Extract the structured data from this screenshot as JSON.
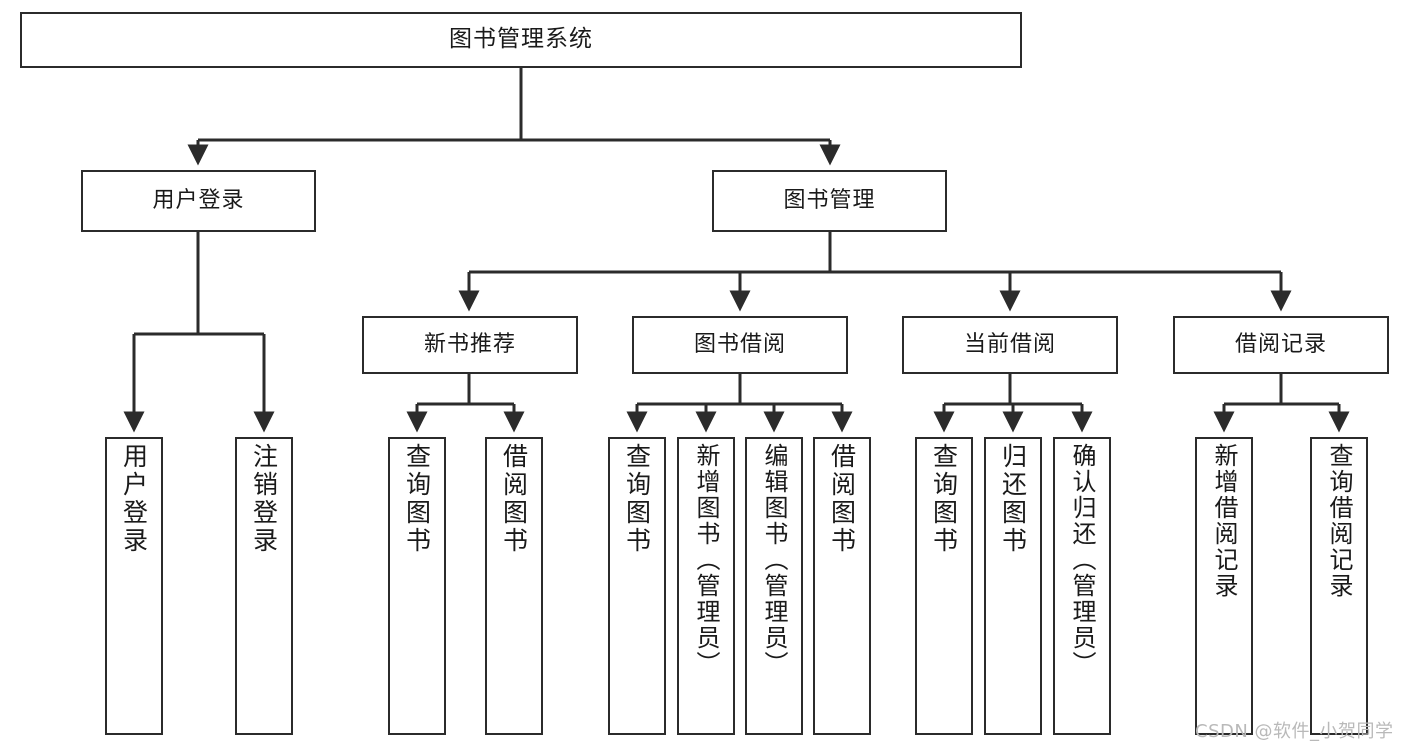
{
  "diagram": {
    "title_node": {
      "label": "图书管理系统"
    },
    "level2": [
      {
        "id": "user-login",
        "label": "用户登录"
      },
      {
        "id": "book-management",
        "label": "图书管理"
      }
    ],
    "level3": [
      {
        "id": "new-book-recommend",
        "label": "新书推荐"
      },
      {
        "id": "book-borrow",
        "label": "图书借阅"
      },
      {
        "id": "current-borrow",
        "label": "当前借阅"
      },
      {
        "id": "borrow-record",
        "label": "借阅记录"
      }
    ],
    "leaves": [
      {
        "id": "leaf-user-login",
        "label": "用户登录",
        "parent": "user-login"
      },
      {
        "id": "leaf-logout-login",
        "label": "注销登录",
        "parent": "user-login"
      },
      {
        "id": "leaf-query-book-1",
        "label": "查询图书",
        "parent": "new-book-recommend"
      },
      {
        "id": "leaf-borrow-book-1",
        "label": "借阅图书",
        "parent": "new-book-recommend"
      },
      {
        "id": "leaf-query-book-2",
        "label": "查询图书",
        "parent": "book-borrow"
      },
      {
        "id": "leaf-add-book",
        "label": "新增图书（管理员）",
        "parent": "book-borrow"
      },
      {
        "id": "leaf-edit-book",
        "label": "编辑图书（管理员）",
        "parent": "book-borrow"
      },
      {
        "id": "leaf-borrow-book-2",
        "label": "借阅图书",
        "parent": "book-borrow"
      },
      {
        "id": "leaf-query-book-3",
        "label": "查询图书",
        "parent": "current-borrow"
      },
      {
        "id": "leaf-return-book",
        "label": "归还图书",
        "parent": "current-borrow"
      },
      {
        "id": "leaf-confirm-return",
        "label": "确认归还（管理员）",
        "parent": "current-borrow"
      },
      {
        "id": "leaf-add-record",
        "label": "新增借阅记录",
        "parent": "borrow-record"
      },
      {
        "id": "leaf-query-record",
        "label": "查询借阅记录",
        "parent": "borrow-record"
      }
    ]
  },
  "watermark": {
    "text": "CSDN @软件_小贺同学"
  },
  "colors": {
    "stroke": "#2b2b2b",
    "background": "#ffffff",
    "text": "#1a1a1a",
    "watermark": "#b9b9b9"
  }
}
